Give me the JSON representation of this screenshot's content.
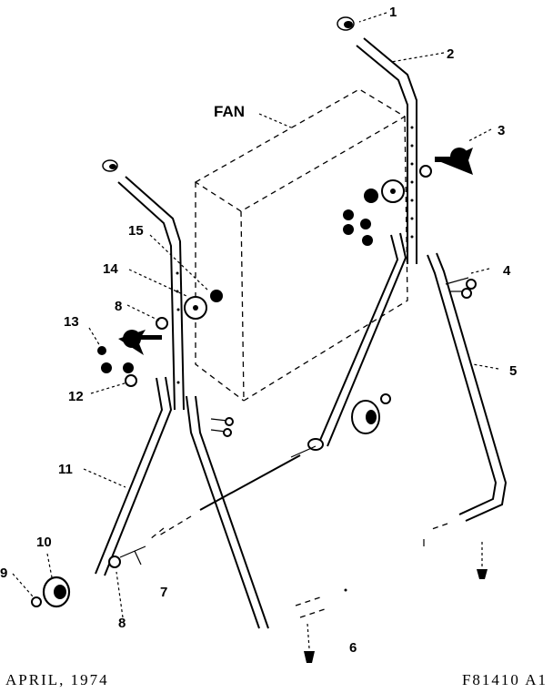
{
  "diagram": {
    "fan_label": "FAN",
    "callouts": [
      "1",
      "2",
      "3",
      "4",
      "5",
      "6",
      "7",
      "8",
      "9",
      "10",
      "11",
      "12",
      "13",
      "14",
      "8",
      "15"
    ],
    "footer_date": "APRIL, 1974",
    "footer_code": "F81410 A1"
  }
}
